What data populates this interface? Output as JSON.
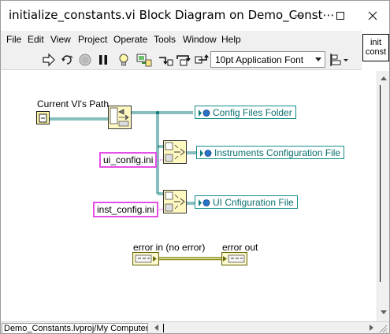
{
  "window": {
    "title": "initialize_constants.vi Block Diagram on Demo_Const⋯"
  },
  "menu": [
    "File",
    "Edit",
    "View",
    "Project",
    "Operate",
    "Tools",
    "Window",
    "Help"
  ],
  "vi_icon": {
    "line1": "init",
    "line2": "const"
  },
  "toolbar": {
    "font": "10pt Application Font",
    "icons": [
      "run-arrow-icon",
      "run-continuously-icon",
      "abort-icon",
      "pause-icon",
      "highlight-execution-icon",
      "retain-wire-values-icon",
      "step-into-icon",
      "step-over-icon",
      "step-out-icon",
      "font-select",
      "align-objects-icon"
    ]
  },
  "diagram": {
    "current_vi_path_label": "Current VI's Path",
    "constants": {
      "ui_config": "ui_config.ini",
      "inst_config": "inst_config.ini"
    },
    "indicators": {
      "config_folder": "Config Files Folder",
      "instruments_file": "Instruments Configuration File",
      "ui_file": "UI Cnfiguration File"
    },
    "error_in_label": "error in (no error)",
    "error_out_label": "error out"
  },
  "colors": {
    "path_wire": "#0f7c7c",
    "string_wire": "#e64fe6",
    "error_wire": "#8b8b10",
    "function_fill": "#fff8c0"
  },
  "status": {
    "context": "Demo_Constants.lvproj/My Computer"
  }
}
